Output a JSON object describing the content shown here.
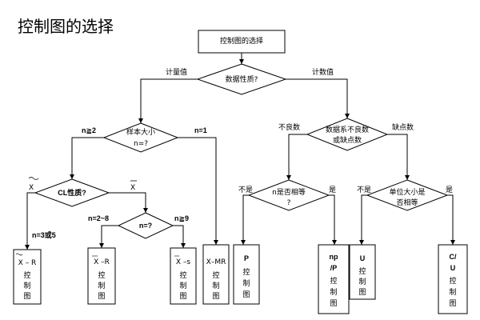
{
  "title": "控制图的选择",
  "nodes": {
    "start": "控制图的选择",
    "data_nature": "数据性质?",
    "sample_size": [
      "样本大小",
      "n=?"
    ],
    "cl_nature": "CL性质?",
    "n_q": "n=?",
    "defect_type": [
      "数据系不良数",
      "或缺点数"
    ],
    "n_equal": [
      "n是否相等",
      "?"
    ],
    "unit_equal": [
      "单位大小是",
      "否相等"
    ]
  },
  "edge_labels": {
    "measurement": "计量值",
    "count": "计数值",
    "n_ge2": "n≧2",
    "n_eq1": "n=1",
    "x_tilde": "X",
    "x_bar": "X",
    "n_2_8": "n=2~8",
    "n_ge9": "n≧9",
    "n_3_or_5": "n=3或5",
    "defective": "不良数",
    "defects": "缺点数",
    "not_equal_1": "不是",
    "is_1": "是",
    "not_equal_2": "不是",
    "is_2": "是"
  },
  "charts": {
    "xtilde_r": [
      "X – R",
      "控",
      "制",
      "图"
    ],
    "xbar_r": [
      "X –R",
      "控",
      "制",
      "图"
    ],
    "xbar_s": [
      "X –s",
      "控",
      "制",
      "图"
    ],
    "x_mr": [
      "X–MR",
      "控",
      "制",
      "图"
    ],
    "p": [
      "P",
      "控",
      "制",
      "图"
    ],
    "np_p": [
      "np",
      "/P",
      "控",
      "制",
      "图"
    ],
    "u": [
      "U",
      "控",
      "制",
      "图"
    ],
    "c_u": [
      "C/",
      "U",
      "控",
      "制",
      "图"
    ]
  }
}
